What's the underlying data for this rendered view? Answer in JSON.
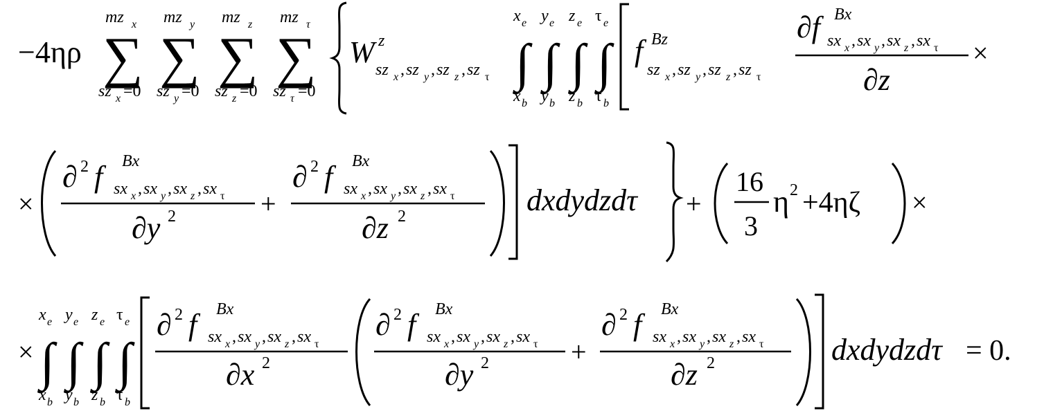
{
  "equation": {
    "line1": {
      "lead": "−4ηρ",
      "sums": [
        {
          "top": "mz",
          "top_sub": "x",
          "bottom": "sz",
          "bottom_sub": "x",
          "bottom_rhs": "=0"
        },
        {
          "top": "mz",
          "top_sub": "y",
          "bottom": "sz",
          "bottom_sub": "y",
          "bottom_rhs": "=0"
        },
        {
          "top": "mz",
          "top_sub": "z",
          "bottom": "sz",
          "bottom_sub": "z",
          "bottom_rhs": "=0"
        },
        {
          "top": "mz",
          "top_sub": "τ",
          "bottom": "sz",
          "bottom_sub": "τ",
          "bottom_rhs": "=0"
        }
      ],
      "weight": "W",
      "weight_sup": "z",
      "integrals": [
        {
          "upper": "x",
          "upper_sub": "e",
          "lower": "x",
          "lower_sub": "b"
        },
        {
          "upper": "y",
          "upper_sub": "e",
          "lower": "y",
          "lower_sub": "b"
        },
        {
          "upper": "z",
          "upper_sub": "e",
          "lower": "z",
          "lower_sub": "b"
        },
        {
          "upper": "τ",
          "upper_sub": "e",
          "lower": "τ",
          "lower_sub": "b"
        }
      ],
      "f": "f",
      "f_sup": "Bz",
      "frac_numerator": "∂f",
      "frac_numerator_sup": "Bx",
      "frac_denominator": "∂z",
      "times": "×"
    },
    "line2": {
      "times": "×",
      "term1_den": "∂y",
      "term2_den": "∂z",
      "plus": "+",
      "diff": "dxdydzdτ",
      "coef_num": "16",
      "coef_den": "3",
      "coef_rest": "η",
      "coef_tail": "+4ηζ",
      "times_end": "×"
    },
    "line3": {
      "times": "×",
      "term0_den": "∂x",
      "term1_den": "∂y",
      "term2_den": "∂z",
      "plus": "+",
      "diff": "dxdydzdτ",
      "equals": "= 0."
    },
    "common": {
      "partial_sq": "∂",
      "power_two": "2",
      "f": "f",
      "f_sup": "Bx",
      "sz_index": "sz",
      "sx_index": "sx",
      "sep": ",",
      "idx_subs": [
        "x",
        "y",
        "z",
        "τ"
      ]
    }
  }
}
